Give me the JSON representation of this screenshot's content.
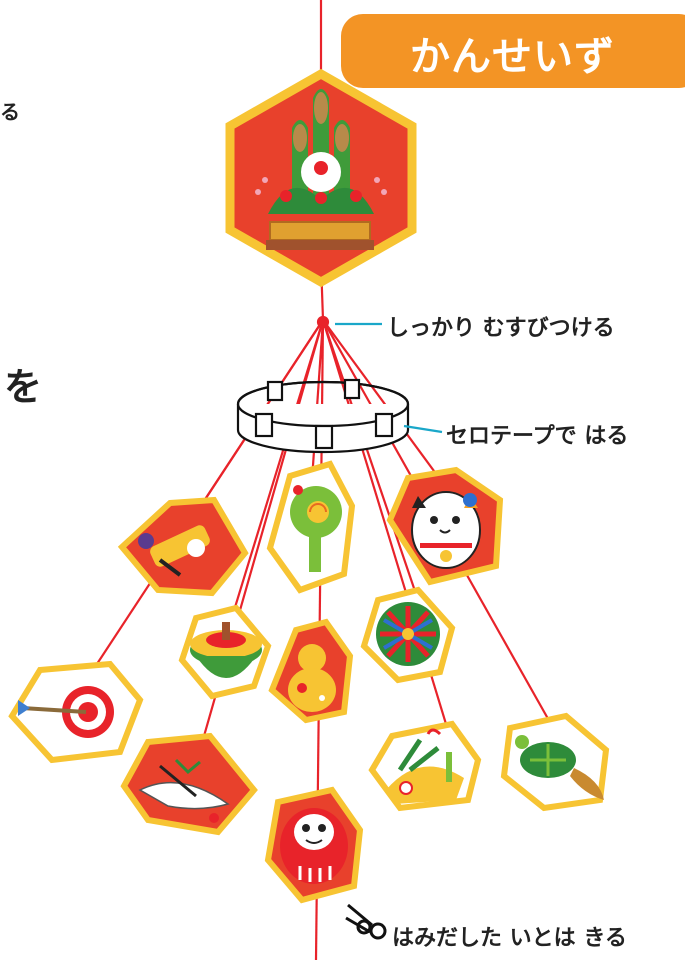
{
  "header": {
    "complete_label": "かんせいず"
  },
  "callouts": {
    "tie_tight": "しっかり むすびつける",
    "tape": "セロテープで はる",
    "cut_thread": "はみだした いとは きる"
  },
  "edge_text": {
    "top_left_fragment": "る",
    "mid_left_fragment": "を"
  },
  "ornaments": [
    "kadomatsu-icon",
    "hagoita-kite-icon",
    "rattle-icon",
    "maneki-neko-icon",
    "target-arrow-icon",
    "spinning-top-icon",
    "gourd-icon",
    "temari-ball-icon",
    "crane-icon",
    "daruma-icon",
    "treasure-pine-bamboo-icon",
    "turtle-icon"
  ],
  "colors": {
    "accent": "#f39425",
    "thread": "#e8232a",
    "ornament_bg": "#e8412c",
    "ornament_border": "#f7c433",
    "leader_line": "#1aa7c9"
  }
}
